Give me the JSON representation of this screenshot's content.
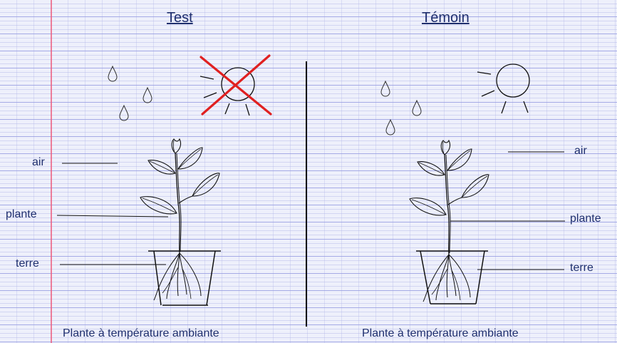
{
  "panels": {
    "test": {
      "title": "Test",
      "caption": "Plante à température ambiante",
      "labels": {
        "air": "air",
        "plant": "plante",
        "soil": "terre"
      }
    },
    "control": {
      "title": "Témoin",
      "caption": "Plante à température ambiante",
      "labels": {
        "air": "air",
        "plant": "plante",
        "soil": "terre"
      }
    }
  },
  "colors": {
    "text": "#1f2f6e",
    "ink": "#111111",
    "cross": "#e02020",
    "margin_line": "#f05a7a"
  },
  "icons": [
    "water-drop-icon",
    "sun-icon",
    "red-cross-icon",
    "plant-icon",
    "pot-icon"
  ]
}
